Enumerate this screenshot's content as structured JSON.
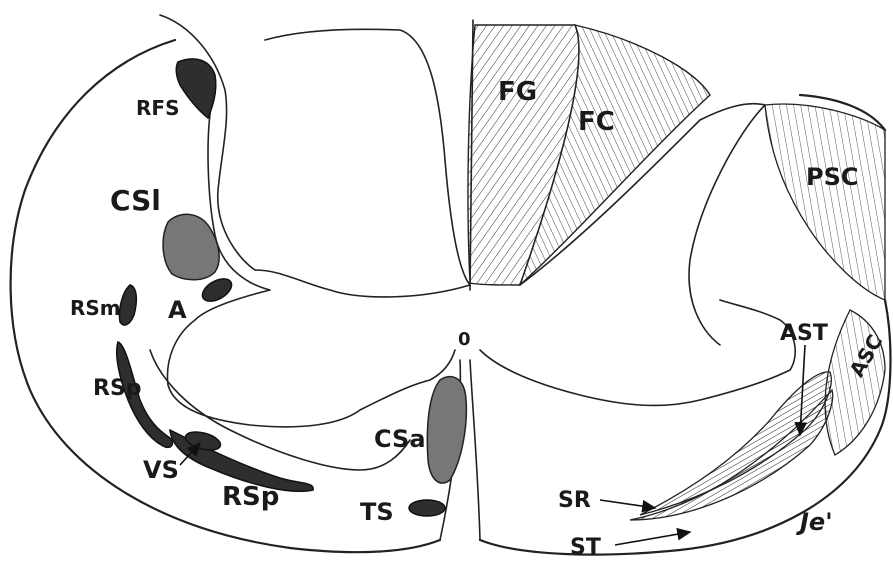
{
  "labels": {
    "fg": "FG",
    "fc": "FC",
    "psc": "PSC",
    "asc": "ASC",
    "ast": "AST",
    "rfs": "RFS",
    "csl": "CSl",
    "a": "A",
    "rsm": "RSm",
    "rsp_left": "RSp",
    "vs": "VS",
    "rsp_bottom": "RSp",
    "csa": "CSa",
    "ts": "TS",
    "sr": "SR",
    "st": "ST",
    "center": "0",
    "signature": "Je'"
  },
  "colors": {
    "ink": "#1a1a1a",
    "dark_fill": "#2e2e2e",
    "mid_fill": "#777777",
    "background": "#ffffff"
  }
}
